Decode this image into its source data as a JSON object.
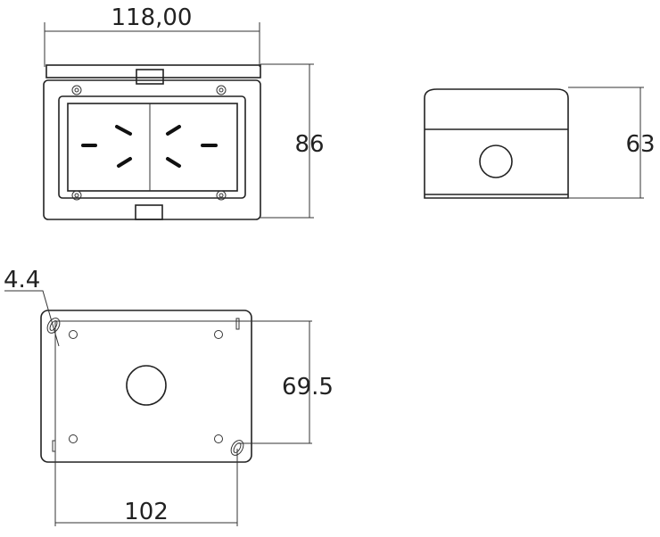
{
  "front_view": {
    "width_label": "118,00",
    "height_label": "86"
  },
  "side_view": {
    "height_label": "63"
  },
  "bottom_view": {
    "hole_label": "4.4",
    "hole_spacing_vertical_label": "69.5",
    "hole_spacing_horizontal_label": "102"
  }
}
